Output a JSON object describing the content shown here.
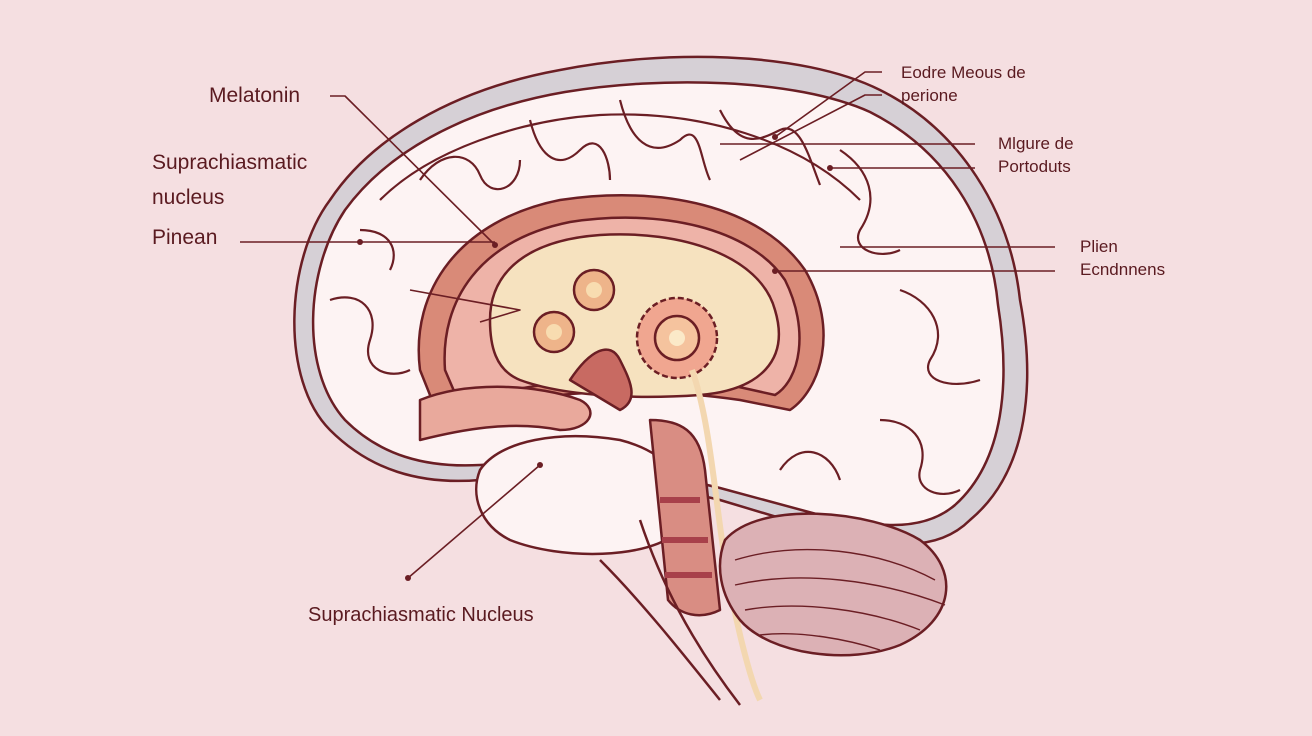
{
  "labels_left": {
    "melatonin": "Melatonin",
    "scn_line1": "Suprachiasmatic",
    "scn_line2": "nucleus",
    "pinean": "Pinean"
  },
  "labels_right": {
    "eodre_line1": "Eodre Meous de",
    "eodre_line2": "perione",
    "migure_line1": "Mlgure de",
    "migure_line2": "Portoduts",
    "plien": "Plien",
    "ecndnnens": "Ecndnnens"
  },
  "labels_bottom": {
    "scn_bottom": "Suprachiasmatic Nucleus"
  },
  "colors": {
    "background": "#f5dfe1",
    "outline": "#6b1e24",
    "cortex": "#fdf3f3",
    "shadow": "#d2cdd3",
    "limbic": "#d98a78",
    "thalamus": "#f6e2bf"
  }
}
